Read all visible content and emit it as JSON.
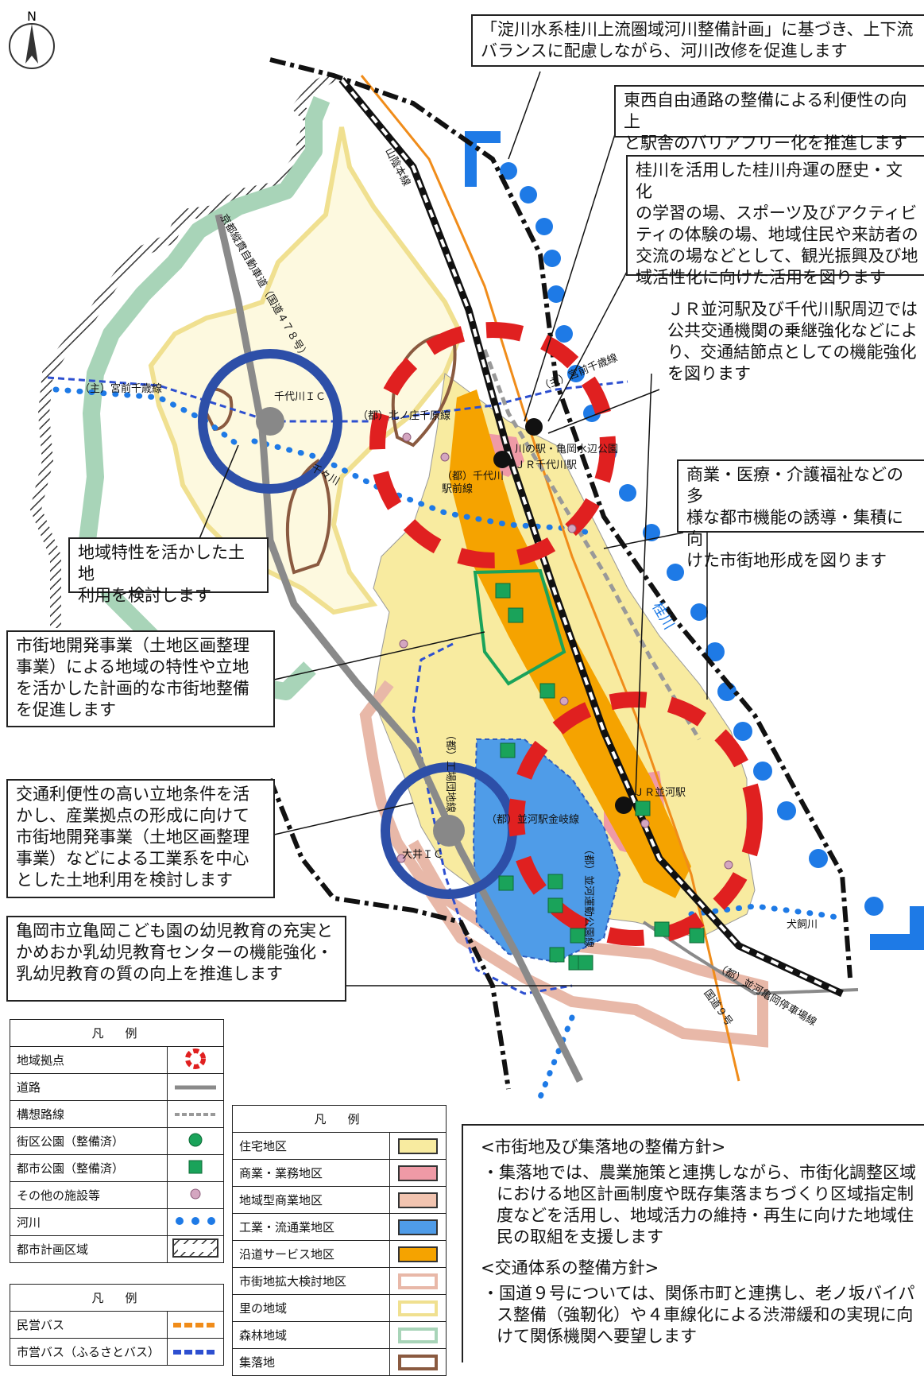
{
  "north": "N",
  "callouts": {
    "c1": "「淀川水系桂川上流圏域河川整備計画」に基づき、上下流\nバランスに配慮しながら、河川改修を促進します",
    "c2": "東西自由通路の整備による利便性の向上\nと駅舎のバリアフリー化を推進します",
    "c3": "桂川を活用した桂川舟運の歴史・文化\nの学習の場、スポーツ及びアクティビ\nティの体験の場、地域住民や来訪者の\n交流の場などとして、観光振興及び地\n域活性化に向けた活用を図ります",
    "c4": "ＪＲ並河駅及び千代川駅周辺では\n公共交通機関の乗継強化などによ\nり、交通結節点としての機能強化\nを図ります",
    "c5": "商業・医療・介護福祉などの多\n様な都市機能の誘導・集積に向\nけた市街地形成を図ります",
    "c6": "地域特性を活かした土地\n利用を検討します",
    "c7": "市街地開発事業（土地区画整理\n事業）による地域の特性や立地\nを活かした計画的な市街地整備\nを促進します",
    "c8": "交通利便性の高い立地条件を活\nかし、産業拠点の形成に向けて\n市街地開発事業（土地区画整理\n事業）などによる工業系を中心\nとした土地利用を検討します",
    "c9": "亀岡市立亀岡こども園の幼児教育の充実と\nかめおか乳幼児教育センターの機能強化・\n乳幼児教育の質の向上を推進します"
  },
  "map_labels": {
    "kyoto_jukan": "京都縦貫自動車道（国道４７８号）",
    "sanin": "山陰本線",
    "chiyokawa_ic": "千代川ＩＣ",
    "miyamae_w": "（主）宮前千歳線",
    "miyamae_e": "（主）宮前千歳線",
    "kitanosho": "（都）北ノ庄千原線",
    "chiyokawa_river": "千々川",
    "kawanoeki": "川の駅・亀岡水辺公園",
    "jr_chiyokawa": "ＪＲ千代川駅",
    "chiyokawa_ekimae": "（都）千代川\n駅前線",
    "katsura": "桂川",
    "kojodanchi": "（都）工場団地線",
    "jr_namikawa": "ＪＲ並河駅",
    "namikawa_kaneki": "（都）並河駅金岐線",
    "oi_ic": "大井ＩＣ",
    "namikawa_undo": "（都）並河運動公園線",
    "inukai": "犬飼川",
    "kameoka_teisha": "（都）並河亀岡停車場線",
    "route9": "国道９号"
  },
  "legend1": {
    "title": "凡　例",
    "rows": [
      {
        "label": "地域拠点",
        "symbol": "ring-icon"
      },
      {
        "label": "道路",
        "symbol": "road-line"
      },
      {
        "label": "構想路線",
        "symbol": "planned-road-line"
      },
      {
        "label": "街区公園（整備済）",
        "symbol": "green-circle"
      },
      {
        "label": "都市公園（整備済）",
        "symbol": "green-square"
      },
      {
        "label": "その他の施設等",
        "symbol": "pink-circle"
      },
      {
        "label": "河川",
        "symbol": "blue-dots"
      },
      {
        "label": "都市計画区域",
        "symbol": "hatched-box"
      }
    ]
  },
  "legend2": {
    "title": "凡　例",
    "rows": [
      {
        "label": "民営バス",
        "symbol": "orange-dash"
      },
      {
        "label": "市営バス（ふるさとバス）",
        "symbol": "blue-dash"
      }
    ]
  },
  "legend3": {
    "title": "凡　例",
    "rows": [
      {
        "label": "住宅地区",
        "fill": "#f8eba0",
        "stroke": "#555"
      },
      {
        "label": "商業・業務地区",
        "fill": "#ef9aa6",
        "stroke": "#555"
      },
      {
        "label": "地域型商業地区",
        "fill": "#f2c4b0",
        "stroke": "#555"
      },
      {
        "label": "工業・流通業地区",
        "fill": "#4f9ce8",
        "stroke": "#555"
      },
      {
        "label": "沿道サービス地区",
        "fill": "#f5a300",
        "stroke": "#555"
      },
      {
        "label": "市街地拡大検討地区",
        "fill": "#ffffff",
        "stroke": "#e8b8a8"
      },
      {
        "label": "里の地域",
        "fill": "#ffffff",
        "stroke": "#f0e090"
      },
      {
        "label": "森林地域",
        "fill": "#ffffff",
        "stroke": "#a8d4b8"
      },
      {
        "label": "集落地",
        "fill": "#ffffff",
        "stroke": "#8a5a40"
      }
    ]
  },
  "policy": {
    "h1": "<市街地及び集落地の整備方針>",
    "b1": "・集落地では、農業施策と連携しながら、市街化調整区域\nにおける地区計画制度や既存集落まちづくり区域指定制\n度などを活用し、地域活力の維持・再生に向けた地域住\n民の取組を支援します",
    "h2": "<交通体系の整備方針>",
    "b2": "・国道９号については、関係市町と連携し、老ノ坂バイパ\nス整備（強靭化）や４車線化による渋滞緩和の実現に向\nけて関係機関へ要望します"
  },
  "colors": {
    "residential": "#f8eba0",
    "commercial": "#ef9aa6",
    "local_commercial": "#f2c4b0",
    "industrial": "#4f9ce8",
    "roadside": "#f5a300",
    "forest": "#a8d4b8",
    "river": "#1e7ae6",
    "base": "#e02020",
    "park": "#1aa35a"
  }
}
